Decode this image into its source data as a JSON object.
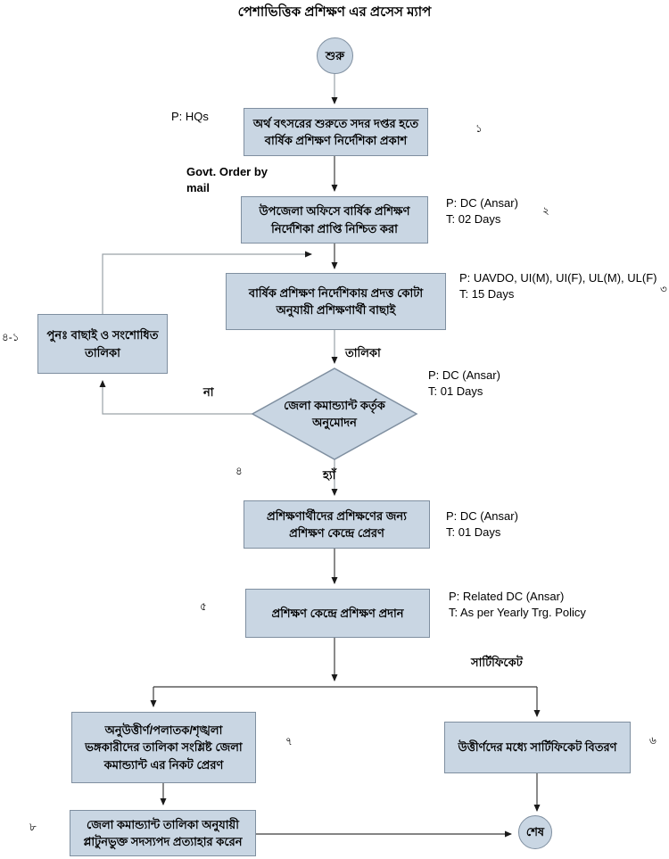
{
  "title": "পেশাভিত্তিক প্রশিক্ষণ এর প্রসেস ম্যাপ",
  "colors": {
    "node_fill": "#c9d6e3",
    "node_border": "#7f8fa0",
    "connector": "#3c3c3c",
    "connector_light": "#9aa2a8"
  },
  "nodes": {
    "start": {
      "label": "শুরু"
    },
    "publish_directive": {
      "label": "অর্থ বৎসরের শুরুতে সদর দপ্তর হতে বার্ষিক প্রশিক্ষণ নির্দেশিকা প্রকাশ",
      "number": "১"
    },
    "confirm_receipt": {
      "label": "উপজেলা অফিসে বার্ষিক প্রশিক্ষণ নির্দেশিকা প্রাপ্তি নিশ্চিত করা",
      "number": "২"
    },
    "select_trainees": {
      "label": "বার্ষিক প্রশিক্ষণ নির্দেশিকায় প্রদত্ত কোটা অনুযায়ী প্রশিক্ষণার্থী বাছাই",
      "number": "৩"
    },
    "rework_list": {
      "label": "পুনঃ  বাছাই ও সংশোধিত তালিকা",
      "number": "৪-১"
    },
    "approval_decision": {
      "label": "জেলা কমান্ড্যান্ট কর্তৃক অনুমোদন",
      "number": "৪"
    },
    "send_to_center": {
      "label": "প্রশিক্ষণার্থীদের প্রশিক্ষণের জন্য প্রশিক্ষণ কেন্দ্রে প্রেরণ"
    },
    "provide_training": {
      "label": "প্রশিক্ষণ কেন্দ্রে প্রশিক্ষণ প্রদান",
      "number": "৫"
    },
    "distribute_certificates": {
      "label": "উত্তীর্ণদের মধ্যে সার্টিফিকেট বিতরণ",
      "number": "৬"
    },
    "failed_list": {
      "label": "অনুউত্তীর্ণ/পলাতক/শৃঙ্খলা ভঙ্গকারীদের তালিকা সংশ্লিষ্ট  জেলা কমান্ড্যান্ট এর নিকট প্রেরণ",
      "number": "৭"
    },
    "withdraw_membership": {
      "label": "জেলা কমান্ড্যান্ট তালিকা অনুযায়ী প্লাটুনভুক্ত সদস্যপদ প্রত্যাহার করেন",
      "number": "৮"
    },
    "end": {
      "label": "শেষ"
    }
  },
  "annotations": {
    "hq": {
      "p": "P: HQs"
    },
    "govt_order": {
      "line1": "Govt. Order by",
      "line2": "mail"
    },
    "receipt": {
      "p": "P: DC (Ansar)",
      "t": "T: 02 Days"
    },
    "selection": {
      "p": "P: UAVDO, UI(M), UI(F), UL(M), UL(F)",
      "t": "T: 15 Days"
    },
    "approval": {
      "p": "P: DC (Ansar)",
      "t": "T: 01 Days"
    },
    "send": {
      "p": "P: DC (Ansar)",
      "t": "T: 01 Days"
    },
    "training": {
      "p": "P: Related DC (Ansar)",
      "t": "T: As per Yearly Trg. Policy"
    }
  },
  "edge_labels": {
    "list": "তালিকা",
    "no": "না",
    "yes": "হ্যাঁ",
    "certificate": "সার্টিফিকেট"
  }
}
